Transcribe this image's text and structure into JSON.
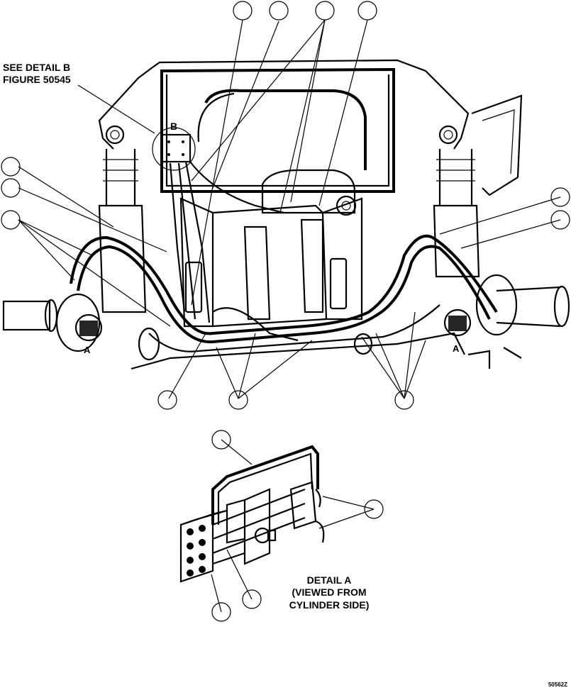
{
  "callouts": {
    "see_detail_b_line1": "SEE DETAIL B",
    "see_detail_b_line2": "FIGURE 50545",
    "detail_b_marker": "B",
    "detail_a_marker_left": "A",
    "detail_a_marker_right": "A"
  },
  "detail_a": {
    "line1": "DETAIL A",
    "line2": "(VIEWED FROM",
    "line3": "CYLINDER SIDE)"
  },
  "figure_number": "50562Z",
  "bubble_count": 16
}
